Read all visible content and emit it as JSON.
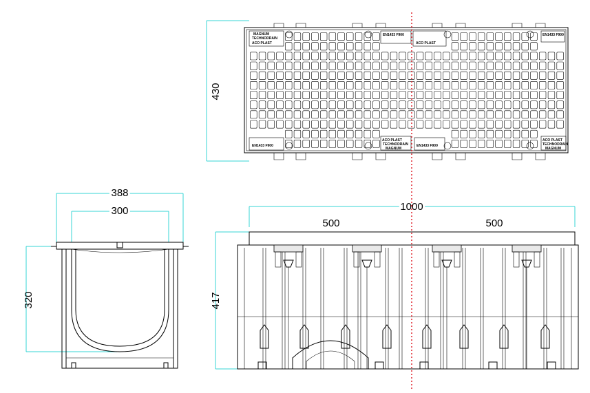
{
  "dimensions": {
    "grate_width": "430",
    "section_outer_width": "388",
    "section_inner_width": "300",
    "section_height": "320",
    "channel_length": "1000",
    "half_length_left": "500",
    "half_length_right": "500",
    "channel_height": "417"
  },
  "grate_markings": {
    "brand": "ACO PLAST",
    "product_line": "TECHNODRAIN",
    "model": "MAGNUM",
    "standard": "EN1433 F900"
  },
  "colors": {
    "dimension_lines": "#35d6d6",
    "cut_line": "#e0202a",
    "outline": "#000000"
  }
}
